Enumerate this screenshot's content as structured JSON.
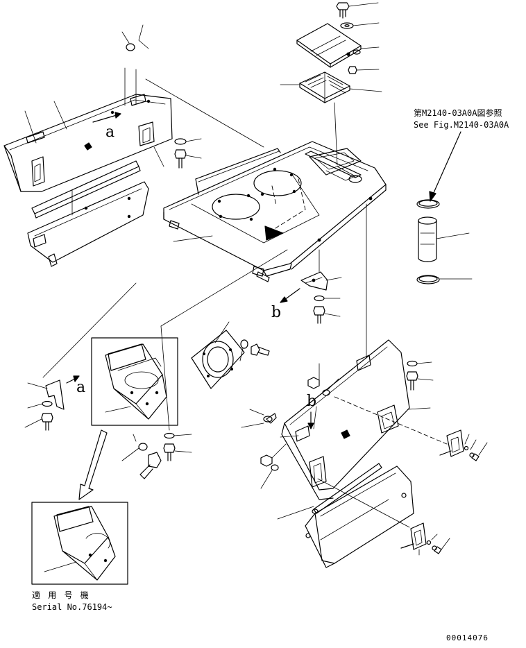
{
  "reference": {
    "japanese": "第M2140-03A0A図参照",
    "english": "See Fig.M2140-03A0A"
  },
  "serial": {
    "japanese": "適 用 号 機",
    "english": "Serial No.76194~"
  },
  "drawing_code": "00014076",
  "view_labels": {
    "a_top": "a",
    "b_mid": "b",
    "a_left": "a",
    "b_right": "b"
  }
}
